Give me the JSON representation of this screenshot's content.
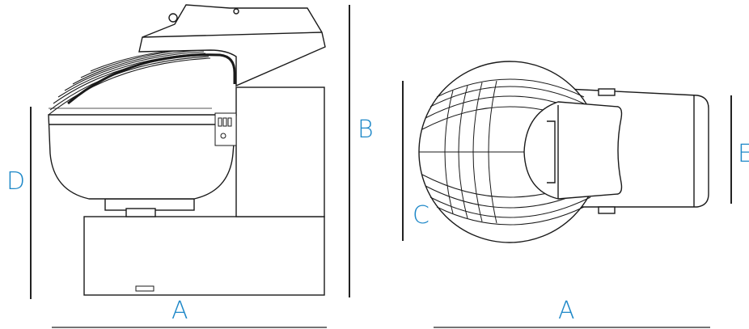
{
  "labels": {
    "side_width": "A",
    "side_height": "B",
    "side_bowl_height": "D",
    "top_width": "A",
    "top_depth": "C",
    "top_arm_depth": "E"
  },
  "colors": {
    "line": "#1a1a1a",
    "label": "#1e88c8",
    "dimension_line": "#222222"
  }
}
